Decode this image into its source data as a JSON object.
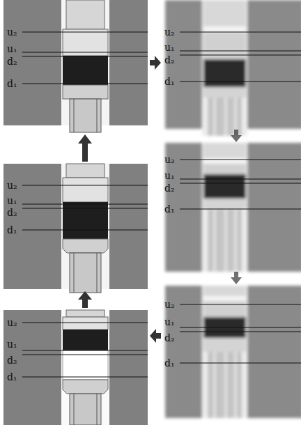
{
  "diagram": {
    "labels": [
      "u₂",
      "u₁",
      "d₂",
      "d₁",
      "u₂",
      "u₁",
      "d₂",
      "d₁",
      "u₂",
      "u₁",
      "d₂",
      "d₁",
      "u₂",
      "u₁",
      "d₂",
      "d₁",
      "u₂",
      "u₁",
      "d₂",
      "d₁",
      "u₂",
      "u₁",
      "d₂",
      "d₁"
    ]
  }
}
